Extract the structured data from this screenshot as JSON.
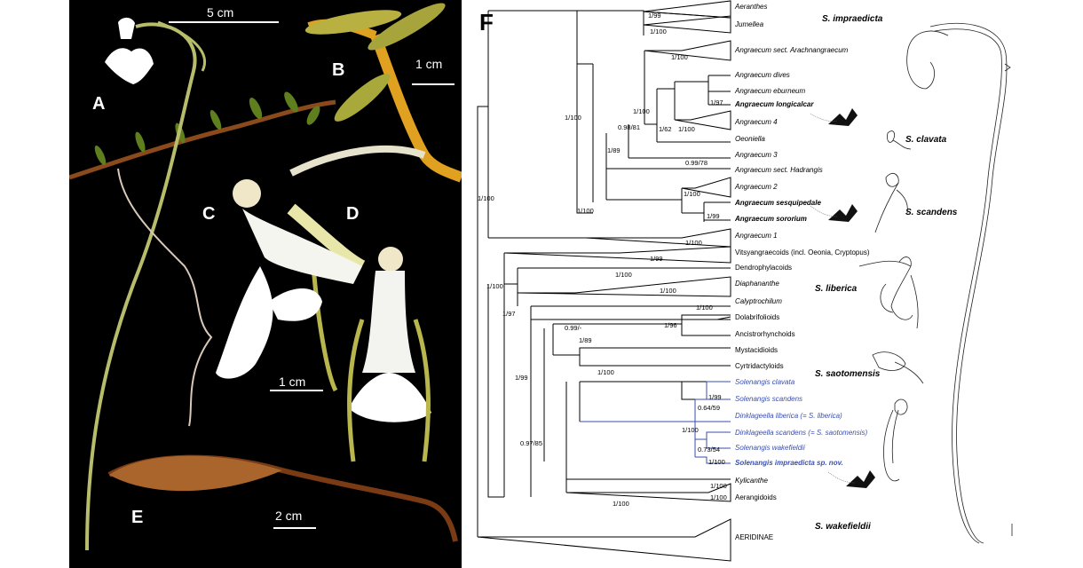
{
  "panel_labels": {
    "A": "A",
    "B": "B",
    "C": "C",
    "D": "D",
    "E": "E",
    "F": "F"
  },
  "scale_bars": {
    "a": "5 cm",
    "b": "1 cm",
    "cd": "1 cm",
    "e": "2 cm"
  },
  "taxa": [
    "Aeranthes",
    "Jumellea",
    "Angraecum sect. Arachnangraecum",
    "Angraecum dives",
    "Angraecum eburneum",
    "Angraecum longicalcar",
    "Angraecum 4",
    "Oeoniella",
    "Angraecum 3",
    "Angraecum sect. Hadrangis",
    "Angraecum 2",
    "Angraecum sesquipedale",
    "Angraecum sororium",
    "Angraecum 1",
    "Vitsyangraecoids (incl. Oeonia, Cryptopus)",
    "Dendrophylacoids",
    "Diaphananthe",
    "Calyptrochilum",
    "Dolabrifolioids",
    "Ancistrorhynchoids",
    "Mystacidioids",
    "Cyrtridactyloids",
    "Solenangis clavata",
    "Solenangis scandens",
    "Dinklageella liberica (= S. liberica)",
    "Dinklageella scandens (= S. saotomensis)",
    "Solenangis wakefieldii",
    "Solenangis impraedicta sp. nov.",
    "Kylicanthe",
    "Aerangidoids",
    "AERIDINAE"
  ],
  "support": [
    "1/99",
    "1/100",
    "1/100",
    "1/100",
    "1/100",
    "1/97",
    "1/62",
    "1/100",
    "0.98/81",
    "1/89",
    "0.99/78",
    "1/100",
    "1/99",
    "1/100",
    "1/100",
    "1/100",
    "1/99",
    "1/100",
    "1/100",
    "1/100",
    "1/97",
    "1/100",
    "1/96",
    "0.99/-",
    "1/89",
    "1/100",
    "1/99",
    "1/99",
    "0.64/59",
    "1/100",
    "0.73/54",
    "1/100",
    "1/100",
    "0.97/85",
    "1/100",
    "1/100"
  ],
  "species_labels": [
    "S. impraedicta",
    "S. clavata",
    "S. scandens",
    "S. liberica",
    "S. saotomensis",
    "S. wakefieldii"
  ],
  "colors": {
    "blue_clade": "#3a4fb0",
    "photo_bg": "#000000"
  }
}
